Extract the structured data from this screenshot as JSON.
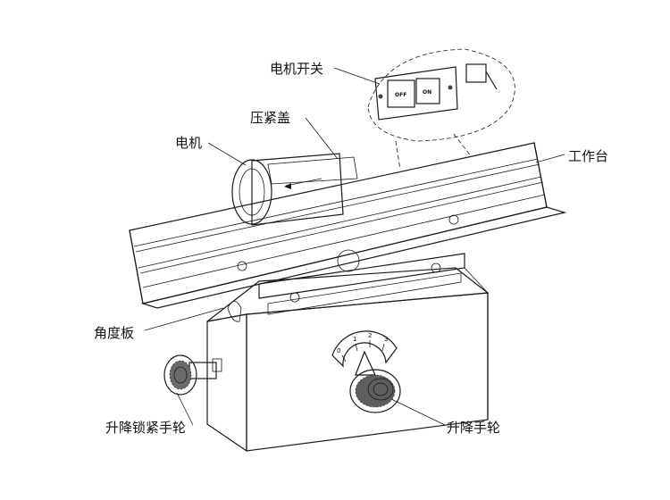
{
  "labels": {
    "motor_switch": "电机开关",
    "press_cover": "压紧盖",
    "motor": "电机",
    "worktable": "工作台",
    "angle_plate": "角度板",
    "lift_lock_handwheel": "升降锁紧手轮",
    "lift_handwheel": "升降手轮"
  },
  "switch": {
    "off": "OFF",
    "on": "ON"
  },
  "dial_scale": [
    "0",
    "1",
    "2",
    "3"
  ],
  "colors": {
    "line": "#1a1a1a",
    "fill_light": "#f4f4f4",
    "fill_mid": "#dcdcdc",
    "fill_dark": "#555555"
  }
}
